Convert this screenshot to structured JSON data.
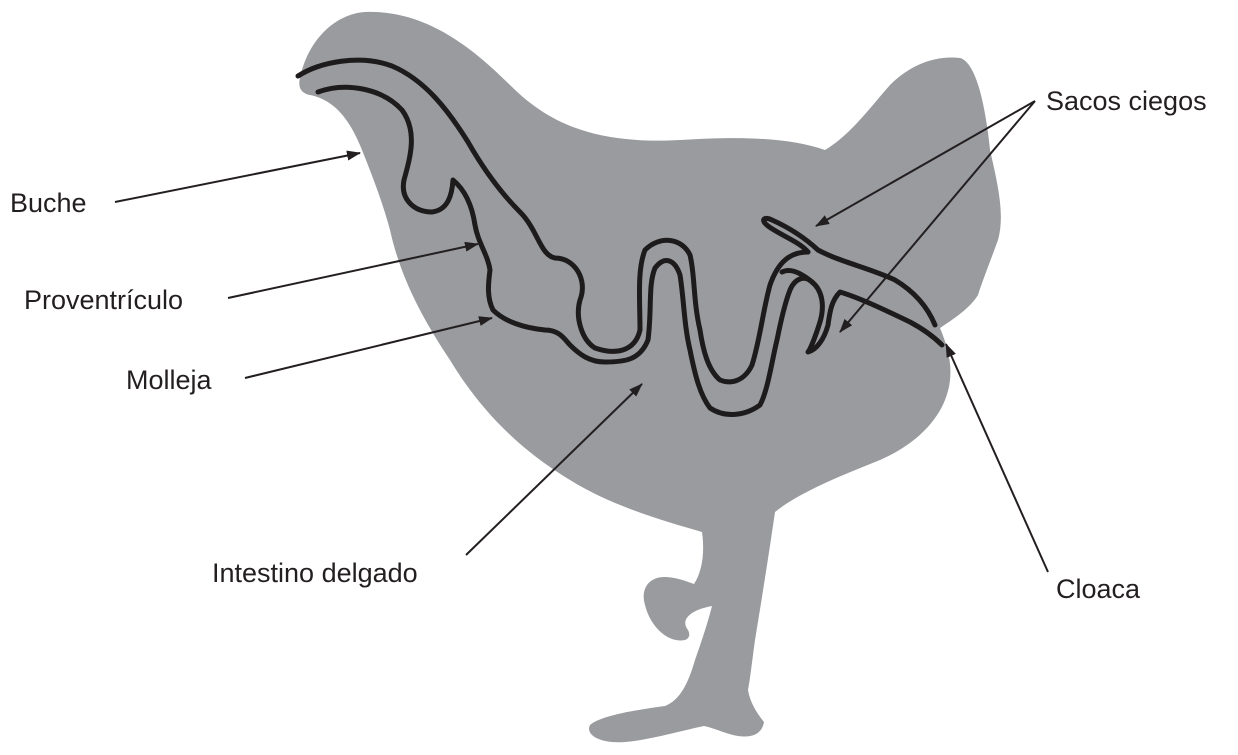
{
  "colors": {
    "body": "#999b9e",
    "tract": "#1e1b1c",
    "leader": "#231f20",
    "background": "#ffffff"
  },
  "labels": {
    "buche": "Buche",
    "proventriculo": "Proventrículo",
    "molleja": "Molleja",
    "intestino": "Intestino delgado",
    "sacos": "Sacos ciegos",
    "cloaca": "Cloaca"
  }
}
